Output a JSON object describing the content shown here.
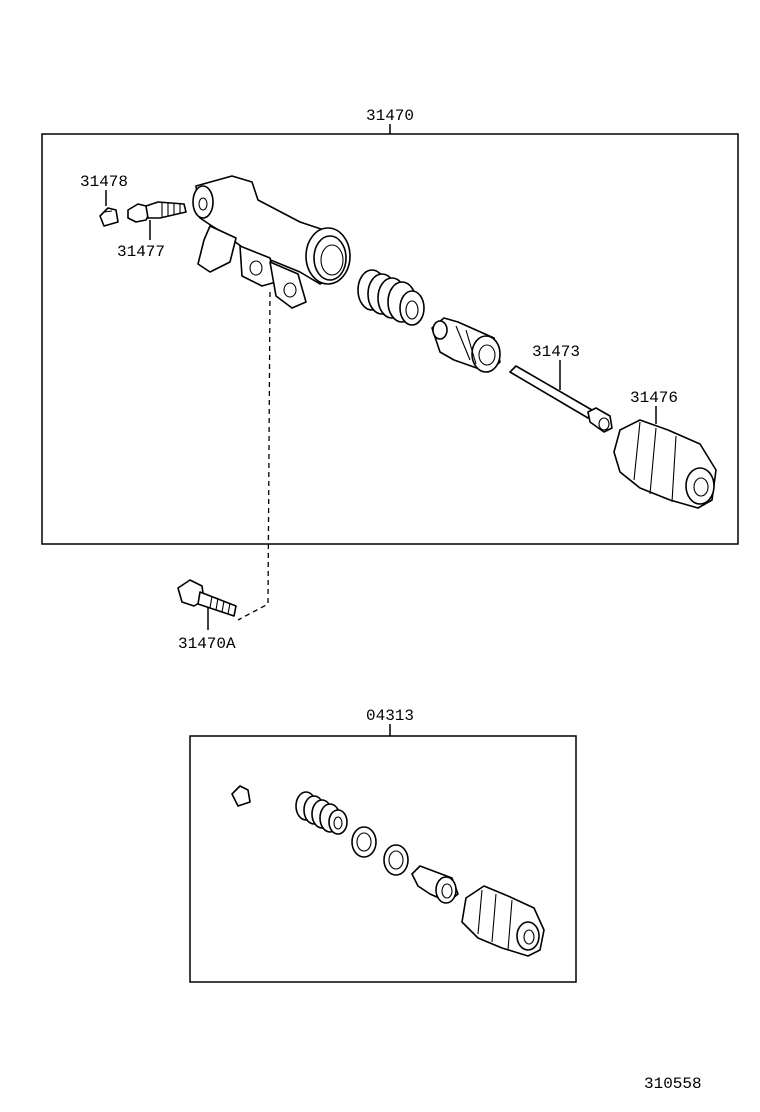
{
  "figure_id": "310558",
  "groups": [
    {
      "id": "upper",
      "label": "31470"
    },
    {
      "id": "lower",
      "label": "04313"
    }
  ],
  "callouts": [
    {
      "id": "c31478",
      "text": "31478"
    },
    {
      "id": "c31477",
      "text": "31477"
    },
    {
      "id": "c31473",
      "text": "31473"
    },
    {
      "id": "c31476",
      "text": "31476"
    },
    {
      "id": "c31470A",
      "text": "31470A"
    }
  ]
}
